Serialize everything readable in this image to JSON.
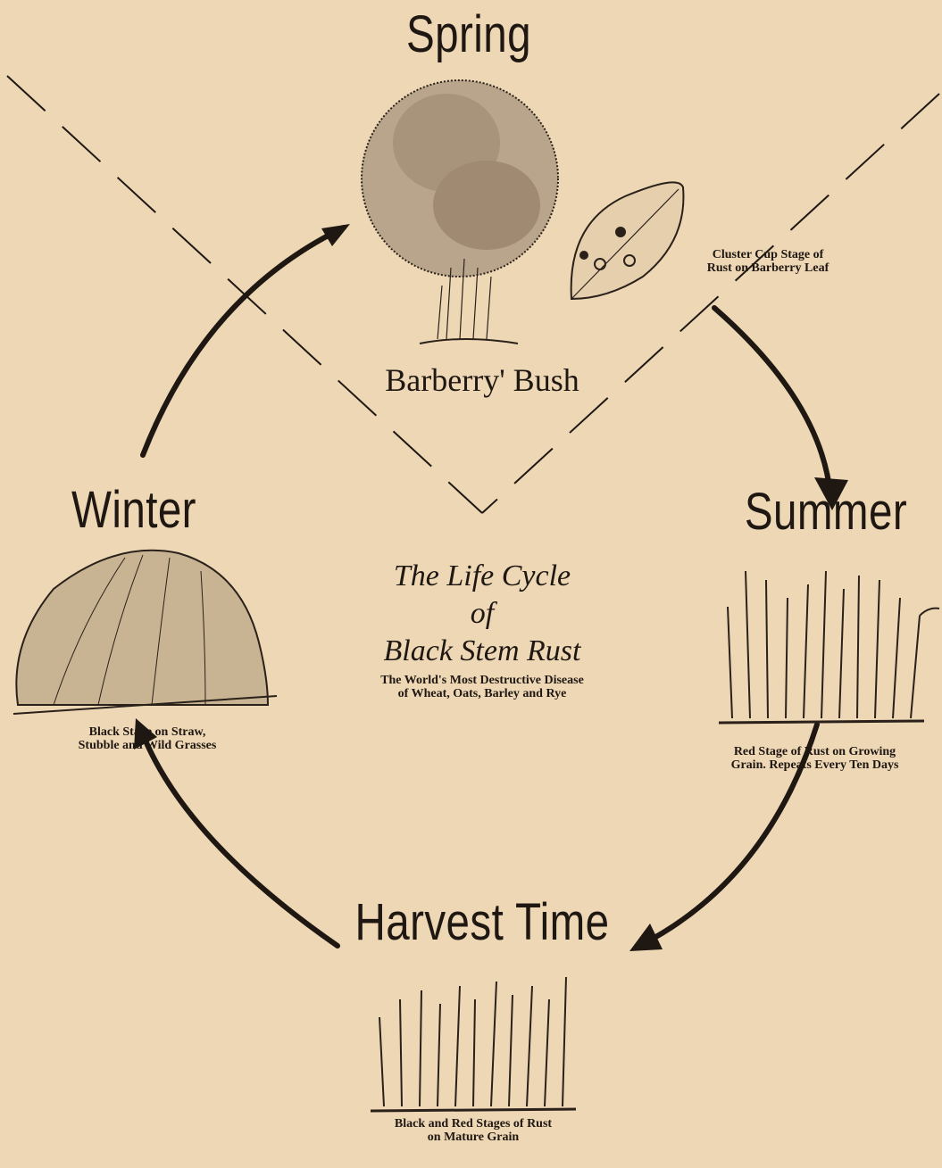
{
  "seasons": {
    "spring": "Spring",
    "summer": "Summer",
    "harvest": "Harvest Time",
    "winter": "Winter"
  },
  "labels": {
    "barberry_bush": "Barberry' Bush",
    "cluster_cup": [
      "Cluster Cup Stage of",
      "Rust on Barberry Leaf"
    ],
    "red_stage": [
      "Red Stage of Rust on Growing",
      "Grain. Repeats Every Ten Days"
    ],
    "mature_grain": [
      "Black and Red Stages of Rust",
      "on Mature Grain"
    ],
    "black_stage": [
      "Black Stage on Straw,",
      "Stubble and Wild Grasses"
    ]
  },
  "title": {
    "line1": "The Life Cycle",
    "line2": "of",
    "line3": "Black Stem Rust",
    "subtitle_line1": "The World's Most Destructive Disease",
    "subtitle_line2": "of Wheat, Oats, Barley and Rye"
  },
  "colors": {
    "background": "#eed7b5",
    "ink": "#1e1712"
  }
}
